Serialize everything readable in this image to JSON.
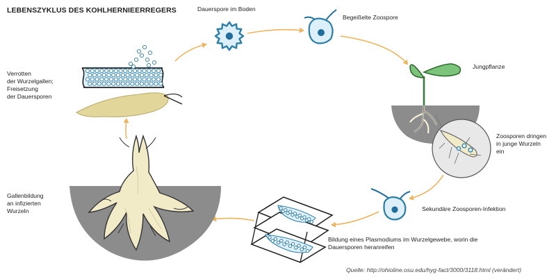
{
  "title": "LEBENSZYKLUS DES KOHLHERNIEERREGERS",
  "stages": [
    {
      "id": "dauerspore",
      "label": "Dauerspore im Boden"
    },
    {
      "id": "zoospore",
      "label": "Begeißelte Zoospore"
    },
    {
      "id": "jungpflanze",
      "label": "Jungpflanze"
    },
    {
      "id": "infektion",
      "label": "Zoosporen dringen\nin junge Wurzeln\nein"
    },
    {
      "id": "sekundaer",
      "label": "Sekundäre Zoosporen-Infektion"
    },
    {
      "id": "plasmodium",
      "label": "Bildung eines Plasmodiums im Wurzelgewebe, worin die\nDauersporen heranreifen"
    },
    {
      "id": "gallenbildung",
      "label": "Gallenbildung\nan infizierten\nWurzeln"
    },
    {
      "id": "verrotten",
      "label": "Verrotten\nder Wurzelgallen;\nFreisetzung\nder Dauersporen"
    }
  ],
  "source": "Quelle: http://ohioline.osu.edu/hyg-fact/3000/3118.html (verändert)",
  "colors": {
    "arrow": "#f0b45c",
    "spore_outline": "#2a7fa8",
    "spore_fill": "#ddeff8",
    "spore_nucleus": "#1f6e9b",
    "soil": "#8c8c8c",
    "root": "#f2ebc8",
    "leaf": "#7cc47b",
    "petri_fill": "#e8e8e8"
  }
}
